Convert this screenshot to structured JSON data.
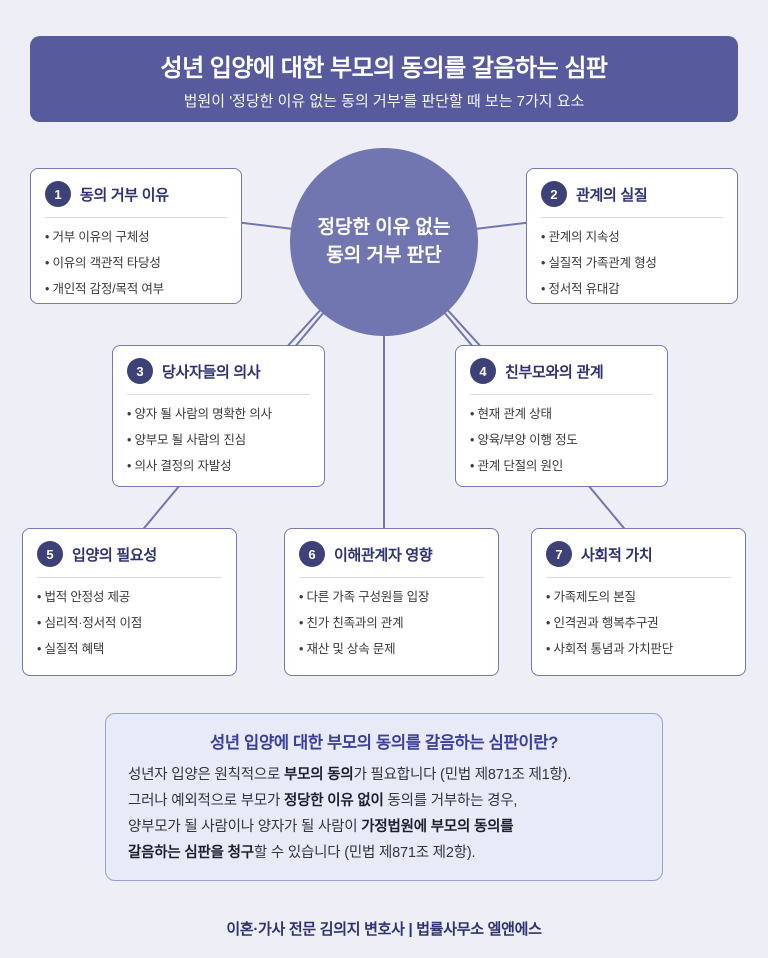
{
  "header": {
    "title": "성년 입양에 대한 부모의 동의를 갈음하는 심판",
    "subtitle": "법원이 '정당한 이유 없는 동의 거부'를 판단할 때 보는 7가지 요소",
    "bg_color": "#575b9d"
  },
  "center": {
    "line1": "정당한 이유 없는",
    "line2": "동의 거부 판단",
    "bg_color": "#7276b0"
  },
  "factors": [
    {
      "num": "1",
      "title": "동의 거부 이유",
      "items": [
        "거부 이유의 구체성",
        "이유의 객관적 타당성",
        "개인적 감정/목적 여부"
      ]
    },
    {
      "num": "2",
      "title": "관계의 실질",
      "items": [
        "관계의 지속성",
        "실질적 가족관계 형성",
        "정서적 유대감"
      ]
    },
    {
      "num": "3",
      "title": "당사자들의 의사",
      "items": [
        "양자 될 사람의 명확한 의사",
        "양부모 될 사람의 진심",
        "의사 결정의 자발성"
      ]
    },
    {
      "num": "4",
      "title": "친부모와의 관계",
      "items": [
        "현재 관계 상태",
        "양육/부양 이행 정도",
        "관계 단절의 원인"
      ]
    },
    {
      "num": "5",
      "title": "입양의 필요성",
      "items": [
        "법적 안정성 제공",
        "심리적·정서적 이점",
        "실질적 혜택"
      ]
    },
    {
      "num": "6",
      "title": "이해관계자 영향",
      "items": [
        "다른 가족 구성원들 입장",
        "친가 친족과의 관계",
        "재산 및 상속 문제"
      ]
    },
    {
      "num": "7",
      "title": "사회적 가치",
      "items": [
        "가족제도의 본질",
        "인격권과 행복추구권",
        "사회적 통념과 가치판단"
      ]
    }
  ],
  "explainer": {
    "title": "성년 입양에 대한 부모의 동의를 갈음하는 심판이란?",
    "lines": [
      {
        "segs": [
          {
            "t": "성년자 입양은 원칙적으로 "
          },
          {
            "t": "부모의 동의"
          },
          {
            "t": "가 필요합니다 (민법 제871조 제1항)."
          }
        ]
      },
      {
        "segs": [
          {
            "t": "그러나 예외적으로 부모가 "
          },
          {
            "t": "정당한 이유 없이"
          },
          {
            "t": " 동의를 거부하는 경우,"
          }
        ]
      },
      {
        "segs": [
          {
            "t": "양부모가 될 사람이나 양자가 될 사람이 "
          },
          {
            "t": "가정법원에 부모의 동의를"
          }
        ]
      },
      {
        "segs": [
          {
            "t": "갈음하는 심판을 청구"
          },
          {
            "t": "할 수 있습니다 (민법 제871조 제2항)."
          }
        ]
      }
    ]
  },
  "footer": {
    "text": "이혼·가사 전문 김의지 변호사 | 법률사무소 엘앤에스"
  }
}
